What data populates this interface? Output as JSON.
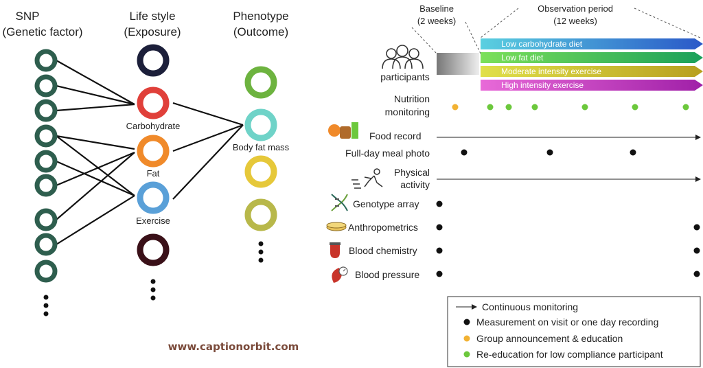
{
  "headers": {
    "snp": [
      "SNP",
      "(Genetic factor)"
    ],
    "lifestyle": [
      "Life style",
      "(Exposure)"
    ],
    "phenotype": [
      "Phenotype",
      "(Outcome)"
    ]
  },
  "lifestyle_labels": [
    "Carbohydrate",
    "Fat",
    "Exercise"
  ],
  "phenotype_label": "Body fat mass",
  "colors": {
    "snp_ring": "#2e5e4e",
    "lifestyle_rings": [
      "#1c1f3a",
      "#e0403a",
      "#f08a2a",
      "#5aa0d8",
      "#3a1018"
    ],
    "phenotype_rings": [
      "#6db33f",
      "#6fd3c8",
      "#e6c83a",
      "#b8b84a"
    ],
    "orange_dot": "#f2b233",
    "green_dot": "#6cc83c"
  },
  "timeline": {
    "baseline": [
      "Baseline",
      "(2 weeks)"
    ],
    "observation": [
      "Observation period",
      "(12 weeks)"
    ],
    "participants_label": "participants",
    "arms": [
      "Low carbohydrate diet",
      "Low fat diet",
      "Moderate intensity exercise",
      "High intensity exercise"
    ],
    "rows": {
      "nutrition": [
        "Nutrition",
        "monitoring"
      ],
      "food_record": "Food record",
      "meal_photo": "Full-day meal photo",
      "physical": [
        "Physical",
        "activity"
      ],
      "genotype": "Genotype array",
      "anthropometrics": "Anthropometrics",
      "blood_chem": "Blood chemistry",
      "blood_pressure": "Blood pressure"
    }
  },
  "legend": {
    "continuous": "Continuous monitoring",
    "visit": "Measurement on visit or one day recording",
    "announcement": "Group announcement & education",
    "reeducation": "Re-education for low compliance participant"
  },
  "watermark": "www.captionorbit.com"
}
